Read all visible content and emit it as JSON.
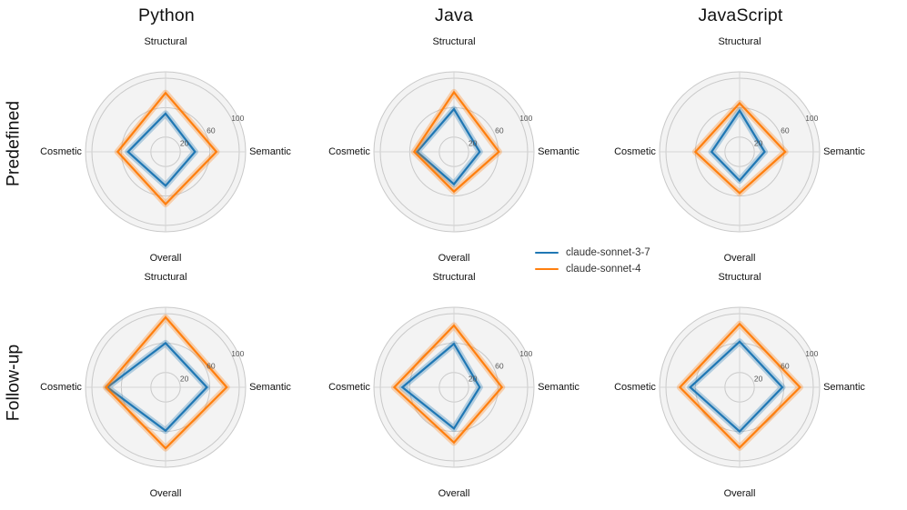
{
  "chart_data": {
    "type": "radar",
    "description": "2x3 grid of 4-axis radar charts comparing two models; rows are evaluation settings, columns are programming languages",
    "grid": {
      "rows": [
        "Predefined",
        "Follow-up"
      ],
      "columns": [
        "Python",
        "Java",
        "JavaScript"
      ]
    },
    "categories": [
      "Structural",
      "Semantic",
      "Overall",
      "Cosmetic"
    ],
    "radial_ticks": [
      20,
      60,
      100
    ],
    "radial_range": [
      0,
      108
    ],
    "legend": [
      {
        "name": "claude-sonnet-3-7",
        "color": "#1f77b4"
      },
      {
        "name": "claude-sonnet-4",
        "color": "#ff7f0e"
      }
    ],
    "charts": [
      {
        "row": "Predefined",
        "column": "Python",
        "series": [
          {
            "name": "claude-sonnet-3-7",
            "values": [
              52,
              40,
              46,
              51
            ]
          },
          {
            "name": "claude-sonnet-4",
            "values": [
              80,
              69,
              71,
              65
            ]
          }
        ]
      },
      {
        "row": "Predefined",
        "column": "Java",
        "series": [
          {
            "name": "claude-sonnet-3-7",
            "values": [
              58,
              35,
              44,
              50
            ]
          },
          {
            "name": "claude-sonnet-4",
            "values": [
              81,
              61,
              54,
              54
            ]
          }
        ]
      },
      {
        "row": "Predefined",
        "column": "JavaScript",
        "series": [
          {
            "name": "claude-sonnet-3-7",
            "values": [
              56,
              34,
              39,
              38
            ]
          },
          {
            "name": "claude-sonnet-4",
            "values": [
              66,
              62,
              56,
              60
            ]
          }
        ]
      },
      {
        "row": "Follow-up",
        "column": "Python",
        "series": [
          {
            "name": "claude-sonnet-3-7",
            "values": [
              60,
              56,
              59,
              79
            ]
          },
          {
            "name": "claude-sonnet-4",
            "values": [
              95,
              83,
              83,
              81
            ]
          }
        ]
      },
      {
        "row": "Follow-up",
        "column": "Java",
        "series": [
          {
            "name": "claude-sonnet-3-7",
            "values": [
              59,
              35,
              56,
              70
            ]
          },
          {
            "name": "claude-sonnet-4",
            "values": [
              84,
              65,
              75,
              81
            ]
          }
        ]
      },
      {
        "row": "Follow-up",
        "column": "JavaScript",
        "series": [
          {
            "name": "claude-sonnet-3-7",
            "values": [
              62,
              58,
              60,
              67
            ]
          },
          {
            "name": "claude-sonnet-4",
            "values": [
              86,
              82,
              82,
              81
            ]
          }
        ]
      }
    ],
    "style": {
      "series_colors": {
        "claude-sonnet-3-7": "#1f77b4",
        "claude-sonnet-4": "#ff7f0e"
      },
      "disc_fill": "#f3f3f3",
      "grid_color": "#c9c9c9",
      "spoke_color": "#d4d4d4",
      "tick_text_color": "#555555",
      "label_text_color": "#111111"
    }
  }
}
